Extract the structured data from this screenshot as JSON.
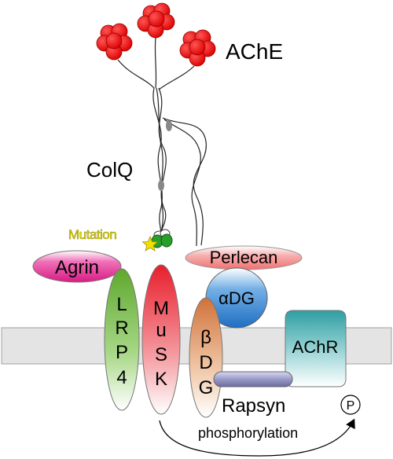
{
  "labels": {
    "ache": "AChE",
    "colq": "ColQ",
    "mutation": "Mutation",
    "agrin": "Agrin",
    "perlecan": "Perlecan",
    "alpha_dg": "αDG",
    "lrp4": [
      "L",
      "R",
      "P",
      "4"
    ],
    "musk": [
      "M",
      "u",
      "S",
      "K"
    ],
    "beta_dg": [
      "β",
      "D",
      "G"
    ],
    "achr": "AChR",
    "rapsyn": "Rapsyn",
    "phospho_p": "P",
    "phosphorylation": "phosphorylation"
  },
  "colors": {
    "ache": "#ee0000",
    "mutation_text": "#e8e000",
    "mutation_star": "#f0e000",
    "colq_binding": "#22aa22",
    "membrane": "#e4e4e4",
    "agrin": "#e0208a",
    "perlecan": "#f08888",
    "alpha_dg": "#2f7fcf",
    "lrp4": "#7cbd45",
    "musk": "#e8202f",
    "beta_dg": "#d67a3e",
    "achr": "#3aa0a4",
    "rapsyn": "#8a8ab8"
  }
}
